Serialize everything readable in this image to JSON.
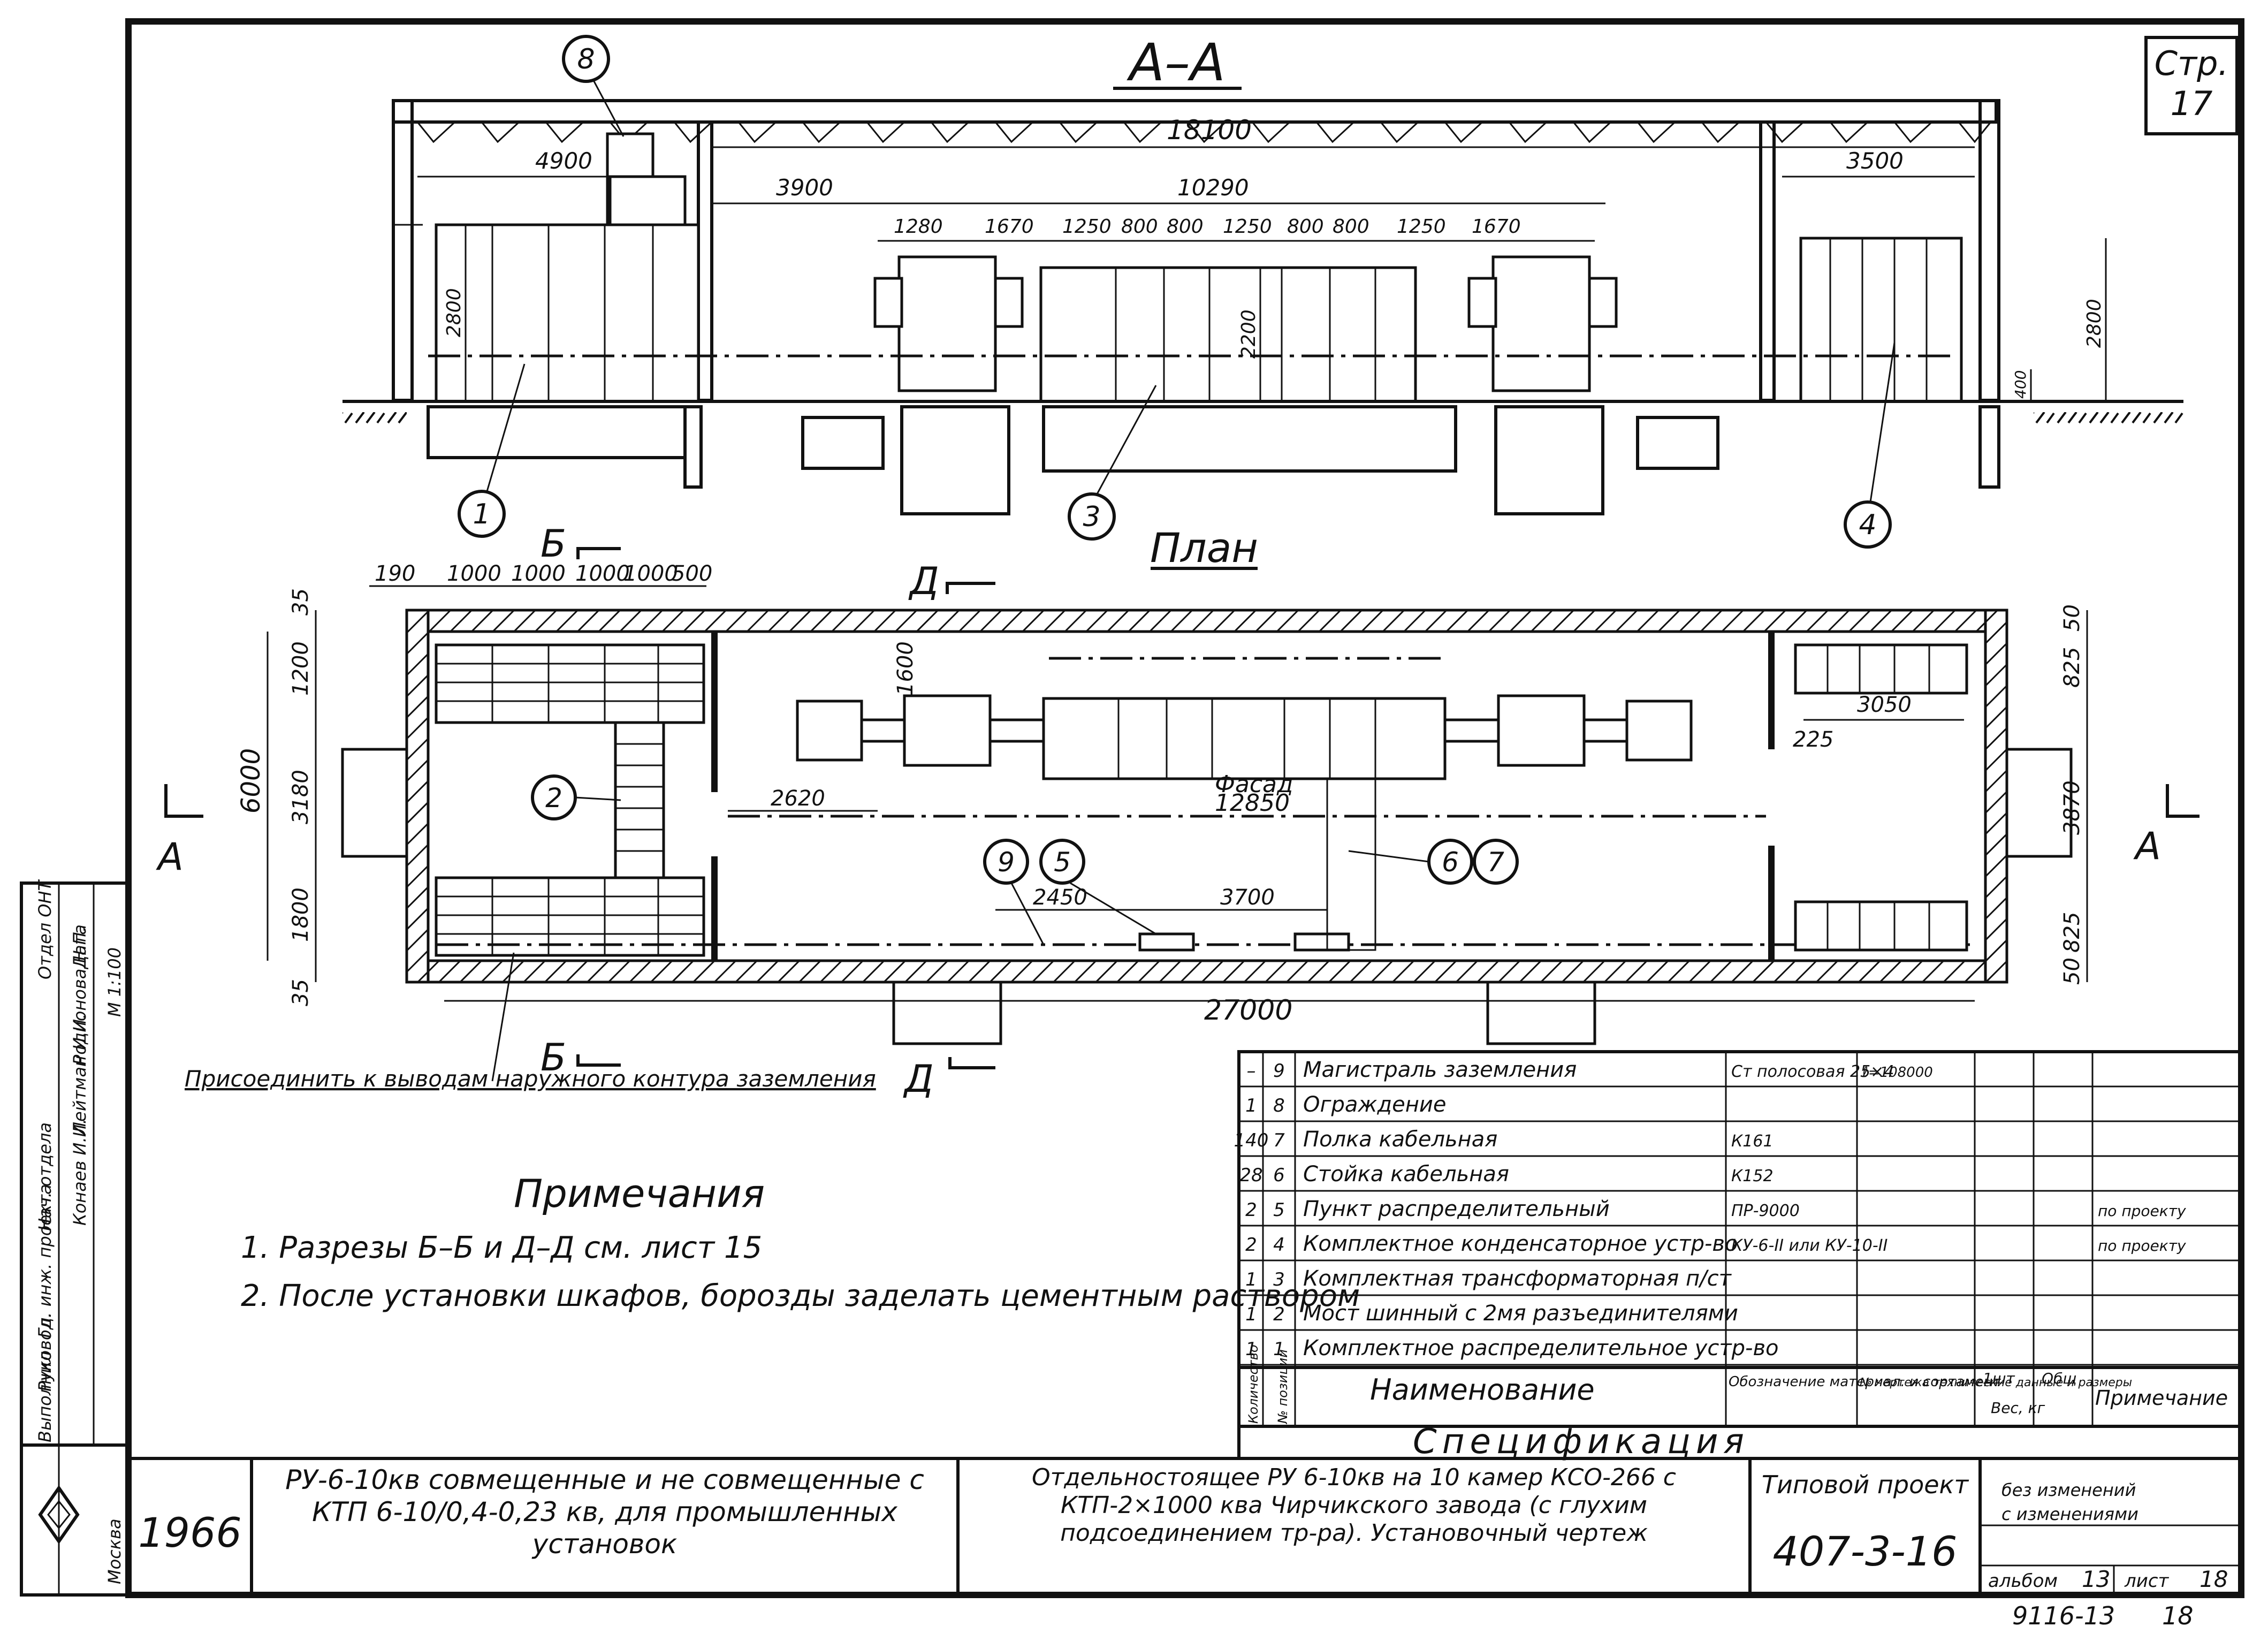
{
  "sheet": {
    "page_label": "Стр.",
    "page_number": "17"
  },
  "section_aa": {
    "title": "А–А",
    "dims": [
      "4900",
      "18100",
      "3500",
      "3900",
      "10290",
      "1280",
      "1670",
      "1250",
      "800",
      "800",
      "1250",
      "800",
      "800",
      "1250",
      "1670",
      "2800",
      "2200",
      "2800",
      "400"
    ],
    "callouts": [
      "8",
      "1",
      "3",
      "4"
    ]
  },
  "plan": {
    "title": "План",
    "section_marks": [
      "Б",
      "Б",
      "Д",
      "Д",
      "А",
      "А"
    ],
    "top_dims": [
      "190",
      "1000",
      "1000",
      "1000",
      "1000",
      "500"
    ],
    "left_dims": [
      "35",
      "1200",
      "6000",
      "3180",
      "1800",
      "35"
    ],
    "right_dims": [
      "50",
      "825",
      "3870",
      "825",
      "50"
    ],
    "inner_dims": [
      "1600",
      "3050",
      "225",
      "2620",
      "12850",
      "2450",
      "3700"
    ],
    "facade_label": "Фасад",
    "overall_length": "27000",
    "callouts": [
      "2",
      "9",
      "5",
      "6",
      "7"
    ]
  },
  "ground_note": "Присоединить к выводам наружного контура заземления",
  "notes": {
    "title": "Примечания",
    "items": [
      "1. Разрезы Б–Б и Д–Д см. лист 15",
      "2. После установки шкафов, борозды заделать цементным раствором"
    ]
  },
  "spec": {
    "title": "Спецификация",
    "rows": [
      {
        "qty": "–",
        "pos": "9",
        "name": "Магистраль заземления",
        "code": "Ст полосовая 25×4",
        "data": "ℓ=108000",
        "weight": "",
        "note": ""
      },
      {
        "qty": "1",
        "pos": "8",
        "name": "Ограждение",
        "code": "",
        "data": "",
        "weight": "",
        "note": ""
      },
      {
        "qty": "140",
        "pos": "7",
        "name": "Полка кабельная",
        "code": "К161",
        "data": "",
        "weight": "",
        "note": ""
      },
      {
        "qty": "28",
        "pos": "6",
        "name": "Стойка кабельная",
        "code": "К152",
        "data": "",
        "weight": "",
        "note": ""
      },
      {
        "qty": "2",
        "pos": "5",
        "name": "Пункт распределительный",
        "code": "ПР-9000",
        "data": "",
        "weight": "",
        "note": "по проекту"
      },
      {
        "qty": "2",
        "pos": "4",
        "name": "Комплектное конденсаторное устр-во",
        "code": "КУ-6-II или КУ-10-II",
        "data": "",
        "weight": "",
        "note": "по проекту"
      },
      {
        "qty": "1",
        "pos": "3",
        "name": "Комплектная трансформаторная п/ст",
        "code": "",
        "data": "",
        "weight": "",
        "note": ""
      },
      {
        "qty": "1",
        "pos": "2",
        "name": "Мост шинный с 2мя разъединителями",
        "code": "",
        "data": "",
        "weight": "",
        "note": ""
      },
      {
        "qty": "1",
        "pos": "1",
        "name": "Комплектное распределительное устр-во",
        "code": "",
        "data": "",
        "weight": "",
        "note": ""
      }
    ],
    "header": {
      "qty": "Количество",
      "pos": "№ позиции",
      "name": "Наименование",
      "code": "Обозначение материал. и сортамент",
      "data": "№ чертежа технические данные и размеры",
      "weight_unit": "1шт",
      "weight_total": "Общ",
      "weight": "Вес, кг",
      "note": "Примечание"
    }
  },
  "sidebar": {
    "roles": [
      "Отдел ОНТ",
      "Нач. отдела",
      "Гл. инж. проекта",
      "Руковод.",
      "Выполнил"
    ],
    "names": [
      "Лейтман И.И.",
      "Конаев И.И.",
      "Родионова Н.П."
    ],
    "scale_label": "Дата",
    "scale": "М 1:100",
    "city": "Москва"
  },
  "titleblock": {
    "year": "1966",
    "project_desc": "РУ-6-10кв совмещенные и не совмещенные с КТП 6-10/0,4-0,23 кв, для промышленных установок",
    "drawing_desc": "Отдельностоящее РУ 6-10кв на 10 камер КСО-266 с КТП-2×1000 ква Чирчикского завода (с глухим подсоединением тр-ра). Установочный чертеж",
    "type_project_label": "Типовой проект",
    "project_number": "407-3-16",
    "revision_1": "без изменений",
    "revision_2": "с изменениями",
    "album_label": "альбом",
    "album": "13",
    "sheet_label": "лист",
    "sheet": "18"
  },
  "footer": {
    "archive_number": "9116-13",
    "page_mark": "18"
  }
}
